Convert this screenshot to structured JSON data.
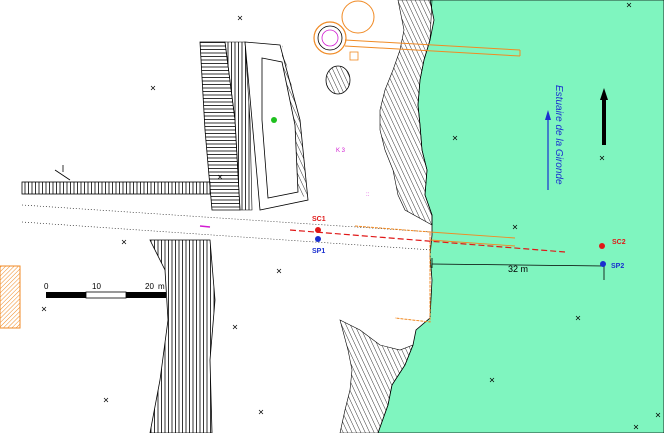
{
  "map": {
    "estuary_label": "Estuaire de la Gironde",
    "distance_label": "32 m",
    "scale": {
      "ticks": [
        "0",
        "10",
        "20"
      ],
      "unit": "m"
    },
    "points": {
      "sc1": "SC1",
      "sp1": "SP1",
      "sc2": "SC2",
      "sp2": "SP2"
    },
    "colors": {
      "water": "#7ff5bf",
      "hatch": "#000000",
      "orange": "#f08a24",
      "red": "#e01818",
      "blue": "#1a2fd0",
      "magenta": "#d21cd2",
      "green": "#1fc01f"
    }
  }
}
